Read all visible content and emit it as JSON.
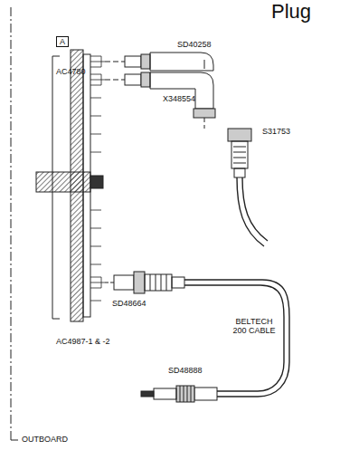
{
  "diagram": {
    "title": "Plug",
    "labels": [
      "A",
      "AC4780",
      "SD40258",
      "X348554",
      "S31753",
      "SD48664",
      "AC4987-1 & -2",
      "BELTECH 200 CABLE",
      "SD48888",
      "OUTBOARD"
    ]
  }
}
